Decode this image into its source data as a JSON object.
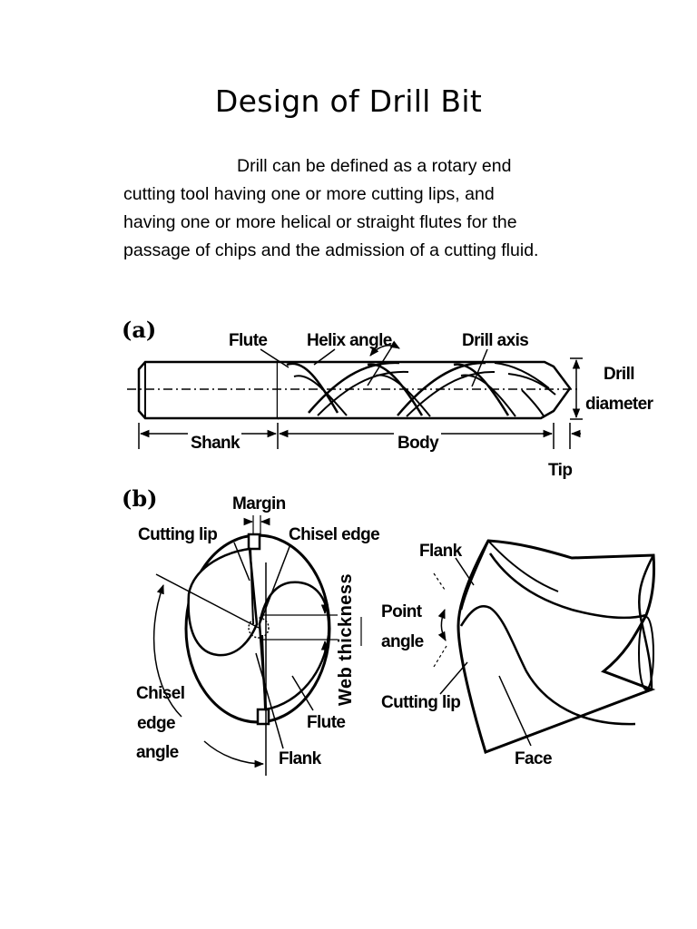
{
  "document": {
    "title": "Design of Drill Bit",
    "paragraph_lines": [
      "Drill can be defined as a rotary end",
      "cutting tool having one or more cutting lips, and",
      "having one or more helical or straight flutes for the",
      "passage of chips and the admission of a cutting fluid."
    ]
  },
  "figure_a": {
    "label": "(a)",
    "flute": "Flute",
    "helix_angle": "Helix angle",
    "drill_axis": "Drill axis",
    "drill": "Drill",
    "diameter": "diameter",
    "shank": "Shank",
    "body": "Body",
    "tip": "Tip"
  },
  "figure_b": {
    "label": "(b)",
    "margin": "Margin",
    "cutting_lip": "Cutting lip",
    "chisel_edge": "Chisel edge",
    "web_thickness": "Web thickness",
    "chisel": "Chisel",
    "edge": "edge",
    "angle": "angle",
    "flute": "Flute",
    "flank": "Flank",
    "flank_right": "Flank",
    "point": "Point",
    "angle_right": "angle",
    "cutting_lip_right": "Cutting lip",
    "face": "Face"
  }
}
